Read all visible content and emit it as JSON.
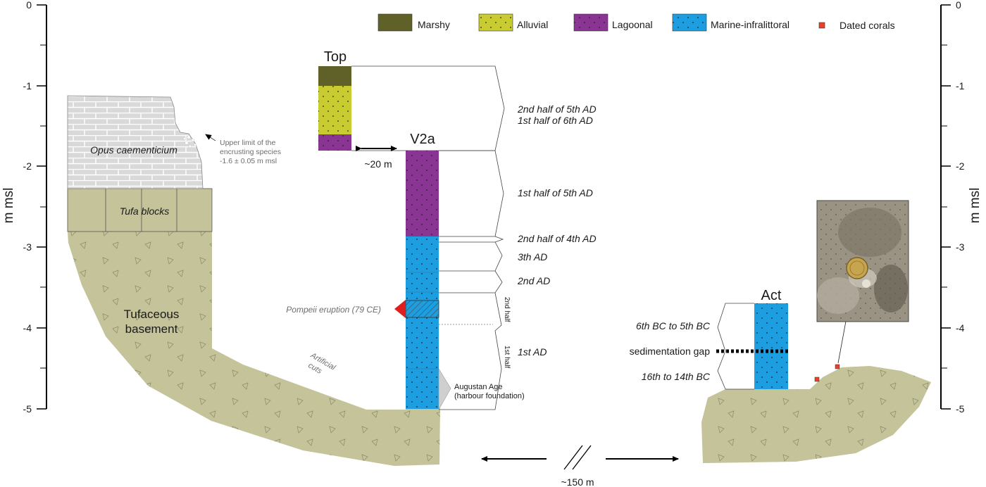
{
  "axis": {
    "label": "m msl",
    "ticks": [
      "0",
      "-1",
      "-2",
      "-3",
      "-4",
      "-5"
    ]
  },
  "legend": [
    {
      "label": "Marshy",
      "color": "#5f6128",
      "pattern": "none"
    },
    {
      "label": "Alluvial",
      "color": "#c8cc30",
      "pattern": "dots"
    },
    {
      "label": "Lagoonal",
      "color": "#8a3594",
      "pattern": "dots"
    },
    {
      "label": "Marine-infralittoral",
      "color": "#1c9ee0",
      "pattern": "dots"
    },
    {
      "label": "Dated corals",
      "color": "#e8402a",
      "pattern": "square"
    }
  ],
  "cores": {
    "top": {
      "title": "Top",
      "units": [
        {
          "facies": "Marshy",
          "top": -0.75,
          "bottom": -1.0
        },
        {
          "facies": "Alluvial",
          "top": -1.0,
          "bottom": -1.6
        },
        {
          "facies": "Lagoonal",
          "top": -1.6,
          "bottom": -1.8
        }
      ]
    },
    "v2a": {
      "title": "V2a",
      "units": [
        {
          "facies": "Lagoonal",
          "top": -1.8,
          "bottom": -2.85
        },
        {
          "facies": "Marine-infralittoral",
          "top": -2.85,
          "bottom": -5.0
        }
      ]
    },
    "act": {
      "title": "Act",
      "units": [
        {
          "facies": "Marine-infralittoral",
          "top": -3.7,
          "bottom": -4.75
        }
      ]
    }
  },
  "ages": {
    "top_1": "2nd half of 5th AD",
    "top_2": "1st half of 6th AD",
    "v2a_1": "1st half of 5th AD",
    "v2a_2": "2nd half of 4th AD",
    "v2a_3": "3th AD",
    "v2a_4": "2nd AD",
    "v2a_5": "1st AD",
    "v2a_half2": "2nd half",
    "v2a_half1": "1st half",
    "act_1": "6th BC to 5th BC",
    "act_2": "16th to 14th BC"
  },
  "annotations": {
    "upper_limit_1": "Upper limit of the",
    "upper_limit_2": "encrusting species",
    "upper_limit_3": "-1.6 ± 0.05 m msl",
    "opus": "Opus caementicium",
    "tufa": "Tufa blocks",
    "basement_1": "Tufaceous",
    "basement_2": "basement",
    "cuts_1": "Artificial",
    "cuts_2": "cuts",
    "pompeii": "Pompeii eruption (79 CE)",
    "augustan_1": "Augustan Age",
    "augustan_2": "(harbour foundation)",
    "gap": "sedimentation gap",
    "dist_20": "~20 m",
    "dist_150": "~150 m"
  },
  "colors": {
    "marshy": "#5f6128",
    "alluvial": "#c8cc30",
    "lagoonal": "#8a3594",
    "marine": "#1c9ee0",
    "coral": "#e8402a",
    "rock": "#c4c39a",
    "masonry": "#d9d9d9"
  }
}
